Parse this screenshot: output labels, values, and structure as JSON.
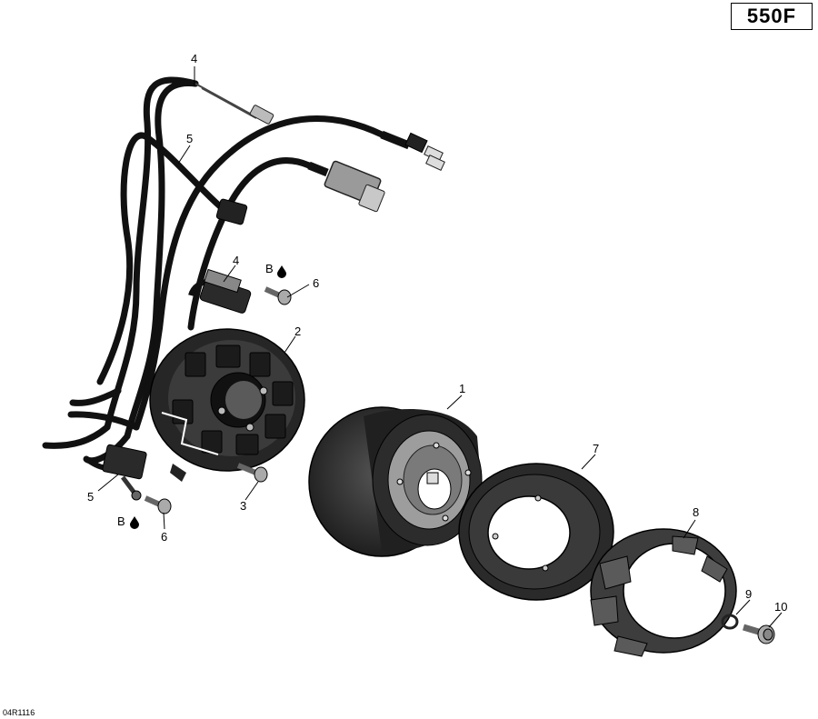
{
  "model_badge": "550F",
  "drawing_number": "04R1116",
  "callouts": {
    "c1": "1",
    "c2": "2",
    "c3": "3",
    "c4a": "4",
    "c4b": "4",
    "c5a": "5",
    "c5b": "5",
    "c6a": "6",
    "c6b": "6",
    "c7": "7",
    "c8": "8",
    "c9": "9",
    "c10": "10",
    "ba": "B",
    "bb": "B"
  }
}
